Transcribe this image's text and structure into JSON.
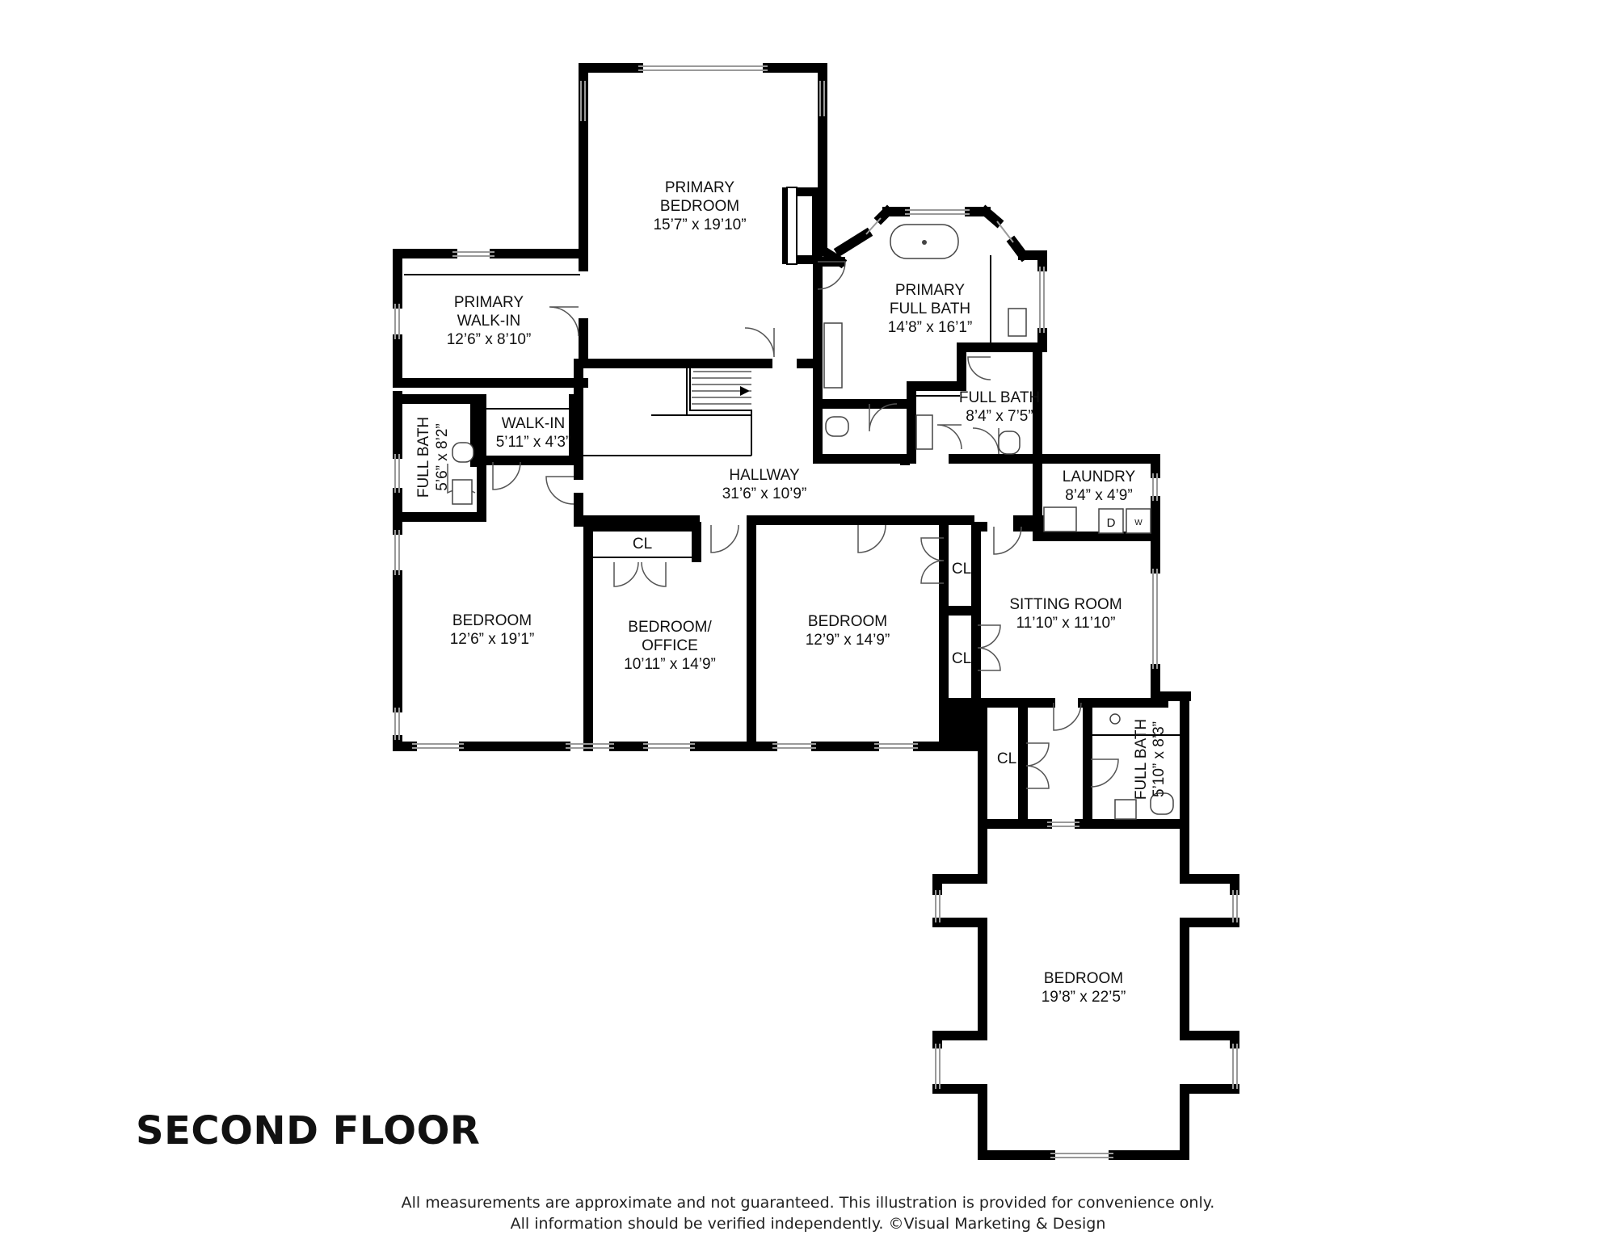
{
  "floor_title": "SECOND FLOOR",
  "disclaimer_line1": "All measurements are approximate and not guaranteed. This illustration is provided for convenience only.",
  "disclaimer_line2": "All information should be verified independently. ©Visual Marketing & Design",
  "rooms": {
    "primary_bedroom": {
      "name_line1": "PRIMARY",
      "name_line2": "BEDROOM",
      "dims": "15’7” x 19’10”"
    },
    "primary_walkin": {
      "name_line1": "PRIMARY",
      "name_line2": "WALK-IN",
      "dims": "12’6” x 8’10”"
    },
    "primary_full_bath": {
      "name_line1": "PRIMARY",
      "name_line2": "FULL BATH",
      "dims": "14’8” x 16’1”"
    },
    "full_bath_center": {
      "name": "FULL BATH",
      "dims": "8’4” x 7’5”"
    },
    "full_bath_left": {
      "name": "FULL BATH",
      "dims": "5’6” x 8’2”"
    },
    "walkin_small": {
      "name": "WALK-IN",
      "dims": "5’11” x 4’3”"
    },
    "hallway": {
      "name": "HALLWAY",
      "dims": "31’6” x 10’9”"
    },
    "laundry": {
      "name": "LAUNDRY",
      "dims": "8’4” x 4’9”",
      "dryer": "D",
      "washer": "W"
    },
    "bedroom_left": {
      "name": "BEDROOM",
      "dims": "12’6” x 19’1”"
    },
    "bedroom_office": {
      "name_line1": "BEDROOM/",
      "name_line2": "OFFICE",
      "dims": "10’11” x 14’9”"
    },
    "bedroom_middle": {
      "name": "BEDROOM",
      "dims": "12’9” x 14’9”"
    },
    "sitting_room": {
      "name": "SITTING ROOM",
      "dims": "11’10” x 11’10”"
    },
    "full_bath_right": {
      "name": "FULL BATH",
      "dims": "5’10” x 8’3”"
    },
    "bedroom_bottom": {
      "name": "BEDROOM",
      "dims": "19’8” x 22’5”"
    }
  },
  "closets": {
    "cl_office": "CL",
    "cl_upper": "CL",
    "cl_lower": "CL",
    "cl_bottom": "CL"
  }
}
